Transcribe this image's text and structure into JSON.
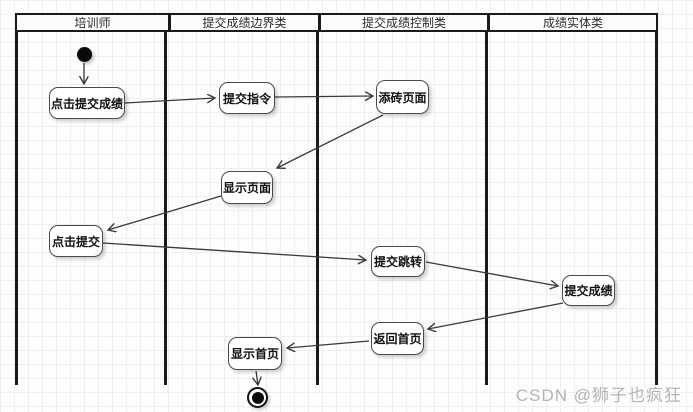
{
  "diagram": {
    "type": "uml-activity-swimlane",
    "lanes": [
      {
        "title": "培训师"
      },
      {
        "title": "提交成绩边界类"
      },
      {
        "title": "提交成绩控制类"
      },
      {
        "title": "成绩实体类"
      }
    ],
    "nodes": [
      {
        "label": "点击提交成绩",
        "lane": "培训师"
      },
      {
        "label": "提交指令",
        "lane": "提交成绩边界类"
      },
      {
        "label": "添砖页面",
        "lane": "提交成绩控制类"
      },
      {
        "label": "显示页面",
        "lane": "提交成绩边界类"
      },
      {
        "label": "点击提交",
        "lane": "培训师"
      },
      {
        "label": "提交跳转",
        "lane": "提交成绩控制类"
      },
      {
        "label": "提交成绩",
        "lane": "成绩实体类"
      },
      {
        "label": "返回首页",
        "lane": "提交成绩控制类"
      },
      {
        "label": "显示首页",
        "lane": "提交成绩边界类"
      }
    ],
    "edges": [
      {
        "from": "start",
        "to": "点击提交成绩"
      },
      {
        "from": "点击提交成绩",
        "to": "提交指令"
      },
      {
        "from": "提交指令",
        "to": "添砖页面"
      },
      {
        "from": "添砖页面",
        "to": "显示页面"
      },
      {
        "from": "显示页面",
        "to": "点击提交"
      },
      {
        "from": "点击提交",
        "to": "提交跳转"
      },
      {
        "from": "提交跳转",
        "to": "提交成绩"
      },
      {
        "from": "提交成绩",
        "to": "返回首页"
      },
      {
        "from": "返回首页",
        "to": "显示首页"
      },
      {
        "from": "显示首页",
        "to": "end"
      }
    ],
    "colors": {
      "lane_border": "#1a1a1a",
      "node_border": "#4a4a4a",
      "edge_line": "#3a3a3a",
      "grid": "#efefef",
      "background": "#fdfdfd"
    }
  },
  "watermark": {
    "text": "CSDN @狮子也疯狂",
    "color": "#b3b3b3"
  }
}
